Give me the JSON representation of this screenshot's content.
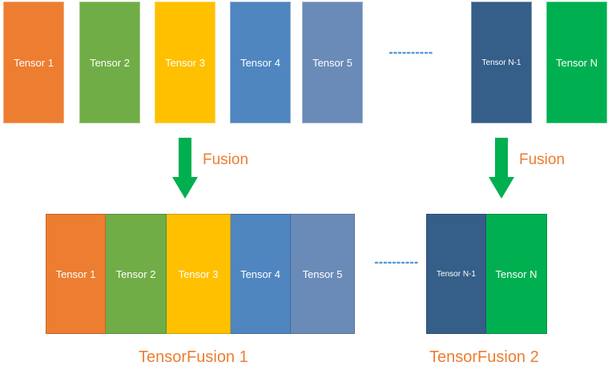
{
  "top_row": [
    {
      "label": "Tensor 1",
      "color": "#ED7D31"
    },
    {
      "label": "Tensor 2",
      "color": "#70AD47"
    },
    {
      "label": "Tensor 3",
      "color": "#FFC000"
    },
    {
      "label": "Tensor 4",
      "color": "#4F86C0"
    },
    {
      "label": "Tensor 5",
      "color": "#6A8BB7"
    },
    {
      "label": "Tensor N-1",
      "color": "#355E88"
    },
    {
      "label": "Tensor N",
      "color": "#00B050"
    }
  ],
  "fusion_labels": [
    "Fusion",
    "Fusion"
  ],
  "group1": {
    "name": "TensorFusion 1",
    "items": [
      {
        "label": "Tensor 1",
        "color": "#ED7D31"
      },
      {
        "label": "Tensor 2",
        "color": "#70AD47"
      },
      {
        "label": "Tensor 3",
        "color": "#FFC000"
      },
      {
        "label": "Tensor 4",
        "color": "#4F86C0"
      },
      {
        "label": "Tensor 5",
        "color": "#6A8BB7"
      }
    ]
  },
  "group2": {
    "name": "TensorFusion 2",
    "items": [
      {
        "label": "Tensor N-1",
        "color": "#355E88"
      },
      {
        "label": "Tensor N",
        "color": "#00B050"
      }
    ]
  },
  "colors": {
    "arrow": "#00B050",
    "accent_text": "#ED7D31",
    "ellipsis": "#5B9BD5"
  },
  "icons": [
    "down-arrow-icon",
    "ellipsis-dots"
  ]
}
